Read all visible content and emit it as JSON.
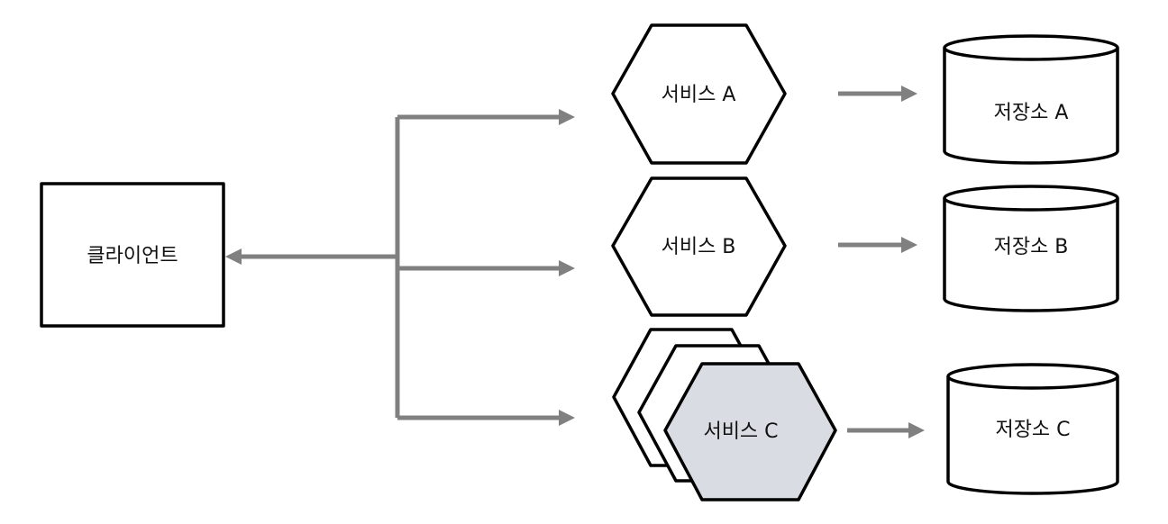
{
  "client": {
    "label": "클라이언트"
  },
  "services": [
    {
      "id": "a",
      "label": "서비스 A"
    },
    {
      "id": "b",
      "label": "서비스 B"
    },
    {
      "id": "c",
      "label": "서비스 C",
      "replicated": true
    }
  ],
  "stores": [
    {
      "id": "a",
      "label": "저장소 A"
    },
    {
      "id": "b",
      "label": "저장소 B"
    },
    {
      "id": "c",
      "label": "저장소 C"
    }
  ],
  "colors": {
    "connector": "#808080",
    "stroke": "#000000",
    "node_fill": "#ffffff",
    "replica_fill": "#d9dce3"
  }
}
